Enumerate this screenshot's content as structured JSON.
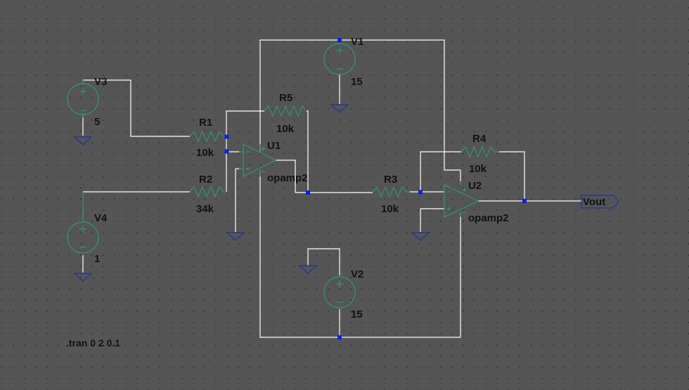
{
  "schematic": {
    "colors": {
      "background": "#555555",
      "wire": "#ffffff",
      "component": "#2e9a72",
      "ground": "#2030a0",
      "junction": "#0a1ff0",
      "text": "#111111"
    },
    "sources": [
      {
        "name": "V1",
        "value": "15"
      },
      {
        "name": "V2",
        "value": "15"
      },
      {
        "name": "V3",
        "value": "5"
      },
      {
        "name": "V4",
        "value": "1"
      }
    ],
    "resistors": [
      {
        "name": "R1",
        "value": "10k"
      },
      {
        "name": "R2",
        "value": "34k"
      },
      {
        "name": "R3",
        "value": "10k"
      },
      {
        "name": "R4",
        "value": "10k"
      },
      {
        "name": "R5",
        "value": "10k"
      }
    ],
    "opamps": [
      {
        "name": "U1",
        "model": "opamp2"
      },
      {
        "name": "U2",
        "model": "opamp2"
      }
    ],
    "net_label": "Vout",
    "directive": ".tran 0 2 0.1"
  }
}
